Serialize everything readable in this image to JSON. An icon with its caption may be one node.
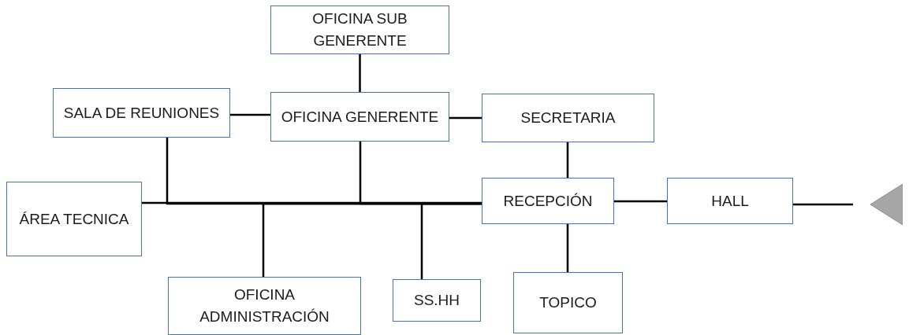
{
  "diagram": {
    "nodes": [
      {
        "text": [
          "OFICINA SUB GENERENTE"
        ]
      },
      {
        "text": [
          "SALA DE REUNIONES"
        ]
      },
      {
        "text": [
          "OFICINA GENERENTE"
        ]
      },
      {
        "text": [
          "SECRETARIA"
        ]
      },
      {
        "text": [
          "ÁREA TECNICA"
        ]
      },
      {
        "text": [
          "RECEPCIÓN"
        ]
      },
      {
        "text": [
          "HALL"
        ]
      },
      {
        "text": [],
        "shape": "triangle"
      },
      {
        "text": [
          "OFICINA ADMINISTRACIÓN"
        ]
      },
      {
        "text": [
          "SS.HH"
        ]
      },
      {
        "text": [
          "TOPICO"
        ]
      }
    ],
    "edges": [
      {
        "from": 0,
        "to": 2,
        "arrow": "none"
      },
      {
        "from": 1,
        "to": 2,
        "arrow": "none"
      },
      {
        "from": 2,
        "to": 3,
        "arrow": "none"
      },
      {
        "from": 3,
        "to": 5,
        "arrow": "none"
      },
      {
        "from": 4,
        "to": 5,
        "arrow": "none"
      },
      {
        "from": 1,
        "to": 5,
        "arrow": "none"
      },
      {
        "from": 2,
        "to": 5,
        "arrow": "none"
      },
      {
        "from": 8,
        "to": 5,
        "arrow": "none"
      },
      {
        "from": 9,
        "to": 5,
        "arrow": "none"
      },
      {
        "from": 5,
        "to": 6,
        "arrow": "none"
      },
      {
        "from": 5,
        "to": 10,
        "arrow": "none"
      },
      {
        "from": 6,
        "to": 7,
        "arrow": "none"
      }
    ]
  }
}
